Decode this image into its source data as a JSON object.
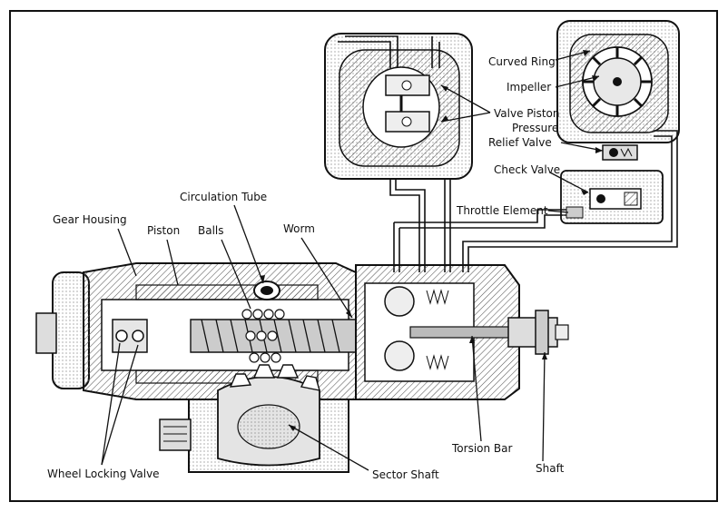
{
  "labels": {
    "curved_ring": "Curved Ring",
    "impeller": "Impeller",
    "valve_piston": "Valve Piston",
    "pressure": "Pressure",
    "relief_valve": "Relief Valve",
    "check_valve": "Check Valve",
    "throttle_element": "Throttle Element",
    "circulation_tube": "Circulation Tube",
    "gear_housing": "Gear Housing",
    "piston": "Piston",
    "balls": "Balls",
    "worm": "Worm",
    "torsion_bar": "Torsion Bar",
    "shaft": "Shaft",
    "sector_shaft": "Sector Shaft",
    "wheel_locking_valve": "Wheel Locking Valve"
  },
  "colors": {
    "ink": "#111111",
    "hatch": "#555555",
    "paper": "#ffffff"
  }
}
